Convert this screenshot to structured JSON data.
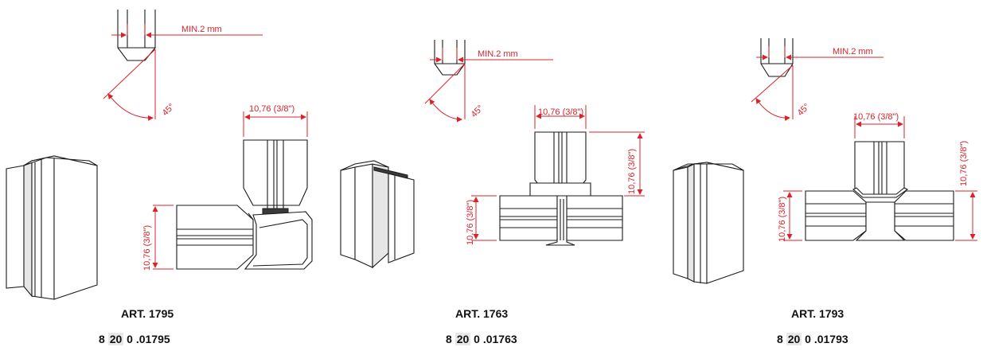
{
  "dimensions": {
    "min_gap": "MIN.2 mm",
    "angle": "45°",
    "width": "10,76 (3/8\")"
  },
  "products": [
    {
      "art": "ART. 1795",
      "code_a": "8",
      "code_b": "20",
      "code_c": "0 .01795"
    },
    {
      "art": "ART. 1763",
      "code_a": "8",
      "code_b": "20",
      "code_c": "0 .01763"
    },
    {
      "art": "ART. 1793",
      "code_a": "8",
      "code_b": "20",
      "code_c": "0 .01793"
    }
  ]
}
